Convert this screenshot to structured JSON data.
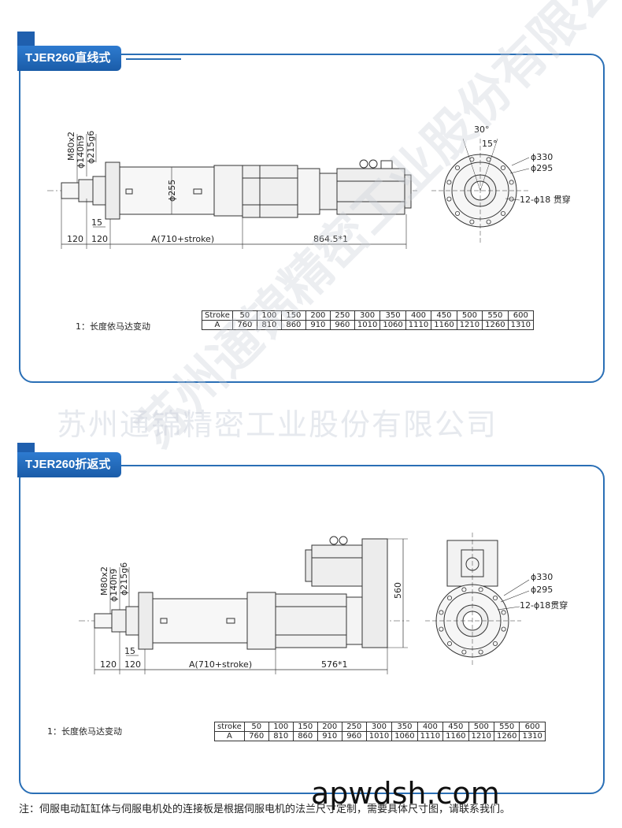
{
  "top": {
    "title": "TJER260直线式",
    "dims": {
      "thread": "M80x2",
      "d1": "ϕ140h9",
      "d2": "ϕ215g6",
      "d_body": "ϕ255",
      "len1": "120",
      "len2": "120",
      "len_a": "A(710+stroke)",
      "len_motor": "864.5*1",
      "flange_step": "15",
      "angle1": "30°",
      "angle2": "15°",
      "pcd_outer": "ϕ330",
      "pcd_inner": "ϕ295",
      "holes": "12-ϕ18 贯穿"
    },
    "note": "1：长度依马达变动",
    "table": {
      "header": [
        "Stroke",
        "50",
        "100",
        "150",
        "200",
        "250",
        "300",
        "350",
        "400",
        "450",
        "500",
        "550",
        "600"
      ],
      "row": [
        "A",
        "760",
        "810",
        "860",
        "910",
        "960",
        "1010",
        "1060",
        "1110",
        "1160",
        "1210",
        "1260",
        "1310"
      ]
    }
  },
  "bottom": {
    "title": "TJER260折返式",
    "dims": {
      "thread": "M80x2",
      "d1": "ϕ140h9",
      "d2": "ϕ215g6",
      "height": "560",
      "len1": "120",
      "len2": "120",
      "len_a": "A(710+stroke)",
      "len_motor": "576*1",
      "flange_step": "15",
      "pcd_outer": "ϕ330",
      "pcd_inner": "ϕ295",
      "holes": "12-ϕ18贯穿"
    },
    "note": "1：长度依马达变动",
    "table": {
      "header": [
        "stroke",
        "50",
        "100",
        "150",
        "200",
        "250",
        "300",
        "350",
        "400",
        "450",
        "500",
        "550",
        "600"
      ],
      "row": [
        "A",
        "760",
        "810",
        "860",
        "910",
        "960",
        "1010",
        "1060",
        "1110",
        "1160",
        "1210",
        "1260",
        "1310"
      ]
    }
  },
  "watermark": {
    "company": "苏州通锦精密工业股份有限公司",
    "diagonal": "苏州通锦精密工业股份有限公司",
    "site": "apwdsh.com"
  },
  "footer": "注：伺服电动缸缸体与伺服电机处的连接板是根据伺服电机的法兰尺寸定制，需要具体尺寸图，请联系我们。"
}
